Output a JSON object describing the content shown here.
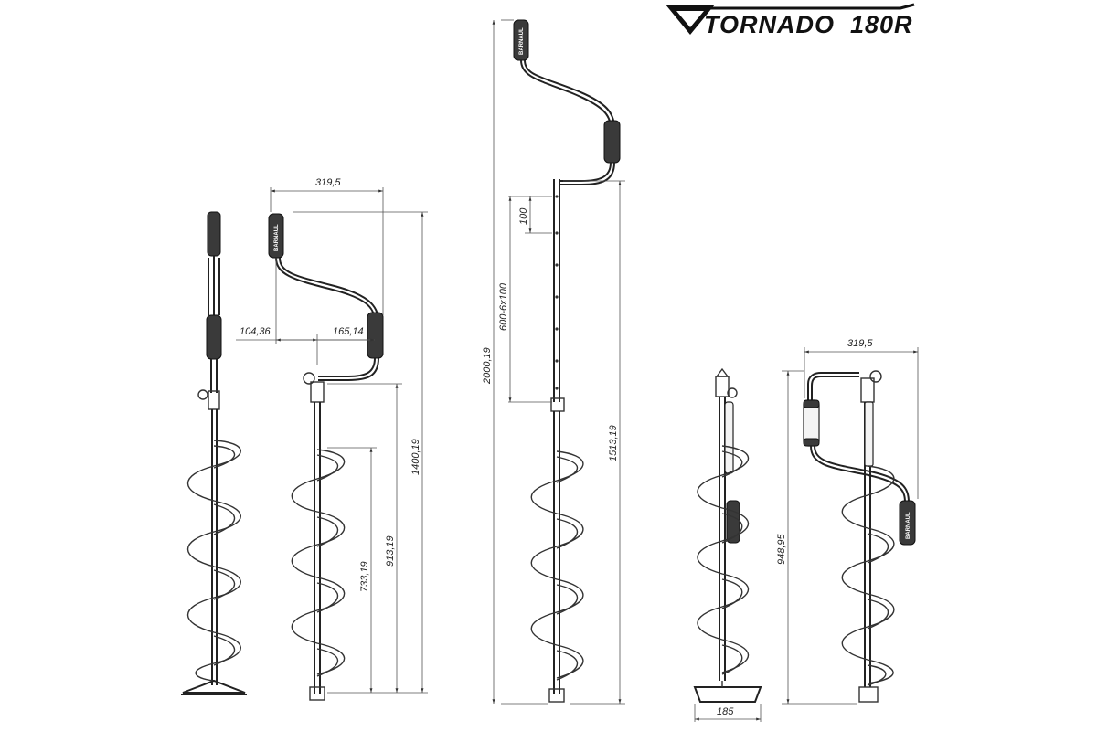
{
  "logo": {
    "brand": "TORNADO",
    "model": "180R"
  },
  "grip_text": "BARNAUL",
  "dimensions": {
    "handle_width_1": "319,5",
    "offset_left": "104,36",
    "offset_right": "165,14",
    "height_total_2": "1400,19",
    "height_913": "913,19",
    "height_733": "733,19",
    "spacing_100": "100",
    "ext_range": "600-6x100",
    "height_total_3": "2000,19",
    "height_1513": "1513,19",
    "handle_width_2": "319,5",
    "height_folded": "948,95",
    "blade_width": "185"
  }
}
